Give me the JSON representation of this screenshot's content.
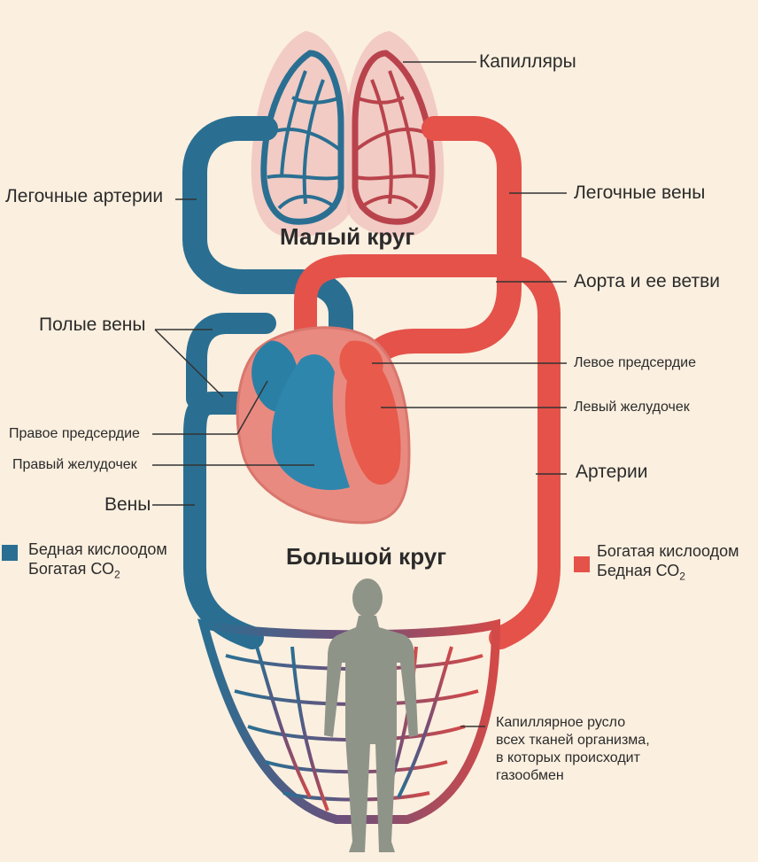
{
  "colors": {
    "background": "#fbefdf",
    "venous": "#2a6f92",
    "arterial": "#e4524a",
    "lung_tint": "#efc4c0",
    "heart_wall": "#e98a80",
    "silhouette": "#8f9489"
  },
  "titles": {
    "pulmonary_circuit": "Малый круг",
    "systemic_circuit": "Большой круг"
  },
  "labels": {
    "capillaries": "Капилляры",
    "pulmonary_arteries": "Легочные артерии",
    "pulmonary_veins": "Легочные вены",
    "aorta": "Аорта и ее ветви",
    "vena_cava": "Полые вены",
    "left_atrium": "Левое предсердие",
    "left_ventricle": "Левый желудочек",
    "right_atrium": "Правое предсердие",
    "right_ventricle": "Правый желудочек",
    "arteries": "Артерии",
    "veins": "Вены"
  },
  "legend": {
    "venous": {
      "line1": "Бедная кислоодом",
      "line2_prefix": "Богатая СО",
      "line2_sub": "2"
    },
    "arterial": {
      "line1": "Богатая кислоодом",
      "line2_prefix": "Бедная СО",
      "line2_sub": "2"
    }
  },
  "capillary_bed_note": {
    "line1": "Капиллярное русло",
    "line2": "всех тканей организма,",
    "line3": "в которых происходит",
    "line4": "газообмен"
  },
  "icons": [
    "lungs-icon",
    "heart-icon",
    "human-silhouette-icon"
  ]
}
